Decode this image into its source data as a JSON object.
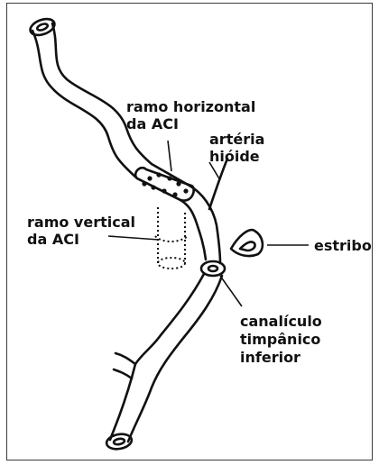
{
  "labels": {
    "horizontal_branch": [
      "ramo horizontal",
      "da ACI"
    ],
    "hyoid_artery": [
      "artéria",
      "hióide"
    ],
    "vertical_branch": [
      "ramo vertical",
      "da ACI"
    ],
    "stapes": "estribo",
    "canaliculus": [
      "canalículo",
      "timpânico",
      "inferior"
    ]
  },
  "colors": {
    "ink": "#111111",
    "frame": "#3a3a3a",
    "background": "#ffffff"
  }
}
